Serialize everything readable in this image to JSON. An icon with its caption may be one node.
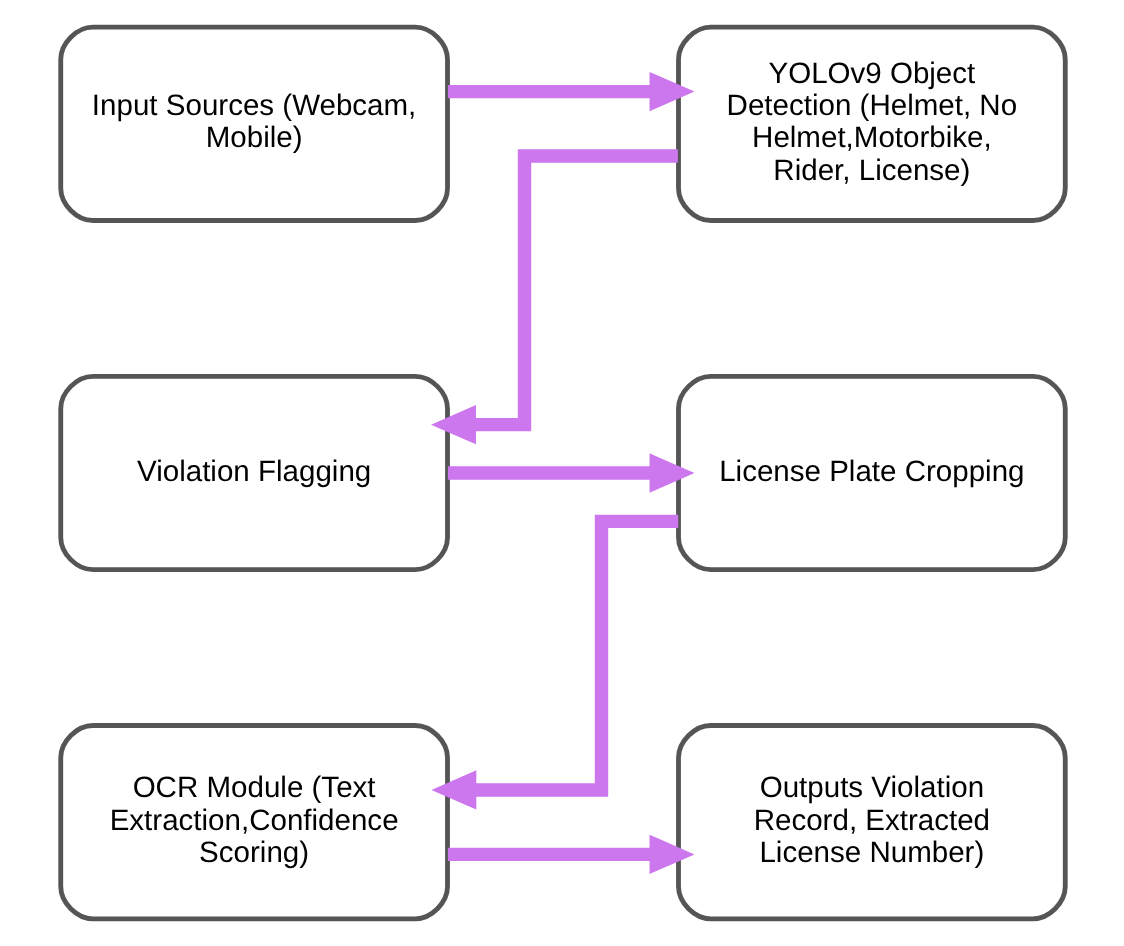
{
  "diagram": {
    "nodes": [
      {
        "text": [
          "Input Sources (Webcam, Mobile)"
        ]
      },
      {
        "text": [
          "YOLOv9 Object Detection (Helmet, No Helmet,Motorbike, Rider, License)"
        ]
      },
      {
        "text": [
          "Violation Flagging"
        ]
      },
      {
        "text": [
          "License Plate Cropping"
        ]
      },
      {
        "text": [
          "OCR Module (Text Extraction,Confidence Scoring)"
        ]
      },
      {
        "text": [
          "Outputs Violation Record, Extracted License Number)"
        ]
      }
    ],
    "edges": [
      {
        "from": 0,
        "to": 1,
        "arrow": "to"
      },
      {
        "from": 1,
        "to": 2,
        "arrow": "to"
      },
      {
        "from": 2,
        "to": 3,
        "arrow": "to"
      },
      {
        "from": 3,
        "to": 4,
        "arrow": "to"
      },
      {
        "from": 4,
        "to": 5,
        "arrow": "to"
      }
    ]
  }
}
